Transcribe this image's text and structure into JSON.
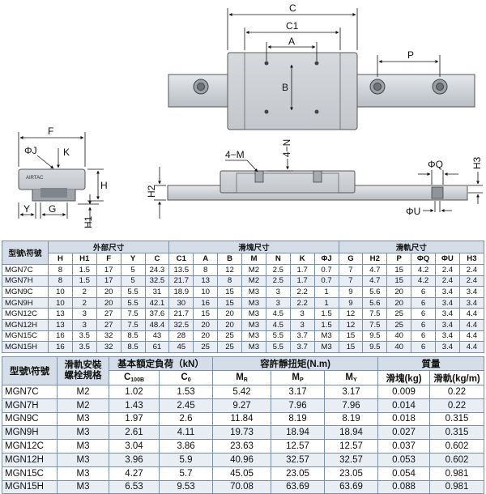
{
  "drawing": {
    "top_view_labels": {
      "c": "C",
      "c1": "C1",
      "a": "A",
      "b": "B",
      "p": "P"
    },
    "end_view_labels": {
      "f": "F",
      "phi_j": "ΦJ",
      "k": "K",
      "h": "H",
      "h1": "H1",
      "y": "Y",
      "g": "G"
    },
    "side_view_labels": {
      "four_m": "4−M",
      "four_n": "4−N",
      "h2": "H2",
      "phi_q": "ΦQ",
      "h3": "H3",
      "phi_u": "ΦU"
    },
    "logo_text": "AIRTAC"
  },
  "table1": {
    "model_header": "型號\\符號",
    "group_headers": [
      "外部尺寸",
      "滑塊尺寸",
      "滑軌尺寸"
    ],
    "columns": [
      "H",
      "H1",
      "F",
      "Y",
      "C",
      "C1",
      "A",
      "B",
      "M",
      "N",
      "K",
      "ΦJ",
      "G",
      "H2",
      "P",
      "ΦQ",
      "ΦU",
      "H3"
    ],
    "rows": [
      [
        "MGN7C",
        "8",
        "1.5",
        "17",
        "5",
        "24.3",
        "13.5",
        "8",
        "12",
        "M2",
        "2.5",
        "1.7",
        "0.7",
        "7",
        "4.7",
        "15",
        "4.2",
        "2.4",
        "2.4"
      ],
      [
        "MGN7H",
        "8",
        "1.5",
        "17",
        "5",
        "32.5",
        "21.7",
        "13",
        "8",
        "M2",
        "2.5",
        "1.7",
        "0.7",
        "7",
        "4.7",
        "15",
        "4.2",
        "2.4",
        "2.4"
      ],
      [
        "MGN9C",
        "10",
        "2",
        "20",
        "5.5",
        "31",
        "18.9",
        "10",
        "15",
        "M3",
        "3",
        "2.2",
        "1",
        "9",
        "5.6",
        "20",
        "6",
        "3.4",
        "3.4"
      ],
      [
        "MGN9H",
        "10",
        "2",
        "20",
        "5.5",
        "42.1",
        "30",
        "16",
        "15",
        "M3",
        "3",
        "2.2",
        "1",
        "9",
        "5.6",
        "20",
        "6",
        "3.4",
        "3.4"
      ],
      [
        "MGN12C",
        "13",
        "3",
        "27",
        "7.5",
        "37.6",
        "21.7",
        "15",
        "20",
        "M3",
        "4.5",
        "3",
        "1.5",
        "12",
        "7.5",
        "25",
        "6",
        "3.4",
        "4.4"
      ],
      [
        "MGN12H",
        "13",
        "3",
        "27",
        "7.5",
        "48.4",
        "32.5",
        "20",
        "20",
        "M3",
        "4.5",
        "3",
        "1.5",
        "12",
        "7.5",
        "25",
        "6",
        "3.4",
        "4.4"
      ],
      [
        "MGN15C",
        "16",
        "3.5",
        "32",
        "8.5",
        "43",
        "28",
        "20",
        "25",
        "M3",
        "5.5",
        "3.7",
        "M3",
        "15",
        "9.5",
        "40",
        "6",
        "3.4",
        "4.4"
      ],
      [
        "MGN15H",
        "16",
        "3.5",
        "32",
        "8.5",
        "61",
        "45",
        "25",
        "25",
        "M3",
        "5.5",
        "3.7",
        "M3",
        "15",
        "9.5",
        "40",
        "6",
        "3.4",
        "4.4"
      ]
    ]
  },
  "table2": {
    "model_header": "型號\\符號",
    "bolt_header_line1": "滑軌安裝",
    "bolt_header_line2": "螺栓規格",
    "group_headers": [
      "基本額定負荷（kN）",
      "容許靜扭矩(N.m)",
      "質量"
    ],
    "load_cols": [
      {
        "main": "C",
        "sub": "100B"
      },
      {
        "main": "C",
        "sub": "0"
      }
    ],
    "torque_cols": [
      {
        "main": "M",
        "sub": "R"
      },
      {
        "main": "M",
        "sub": "P"
      },
      {
        "main": "M",
        "sub": "Y"
      }
    ],
    "mass_cols": [
      "滑塊(kg)",
      "滑軌(kg/m)"
    ],
    "rows": [
      [
        "MGN7C",
        "M2",
        "1.02",
        "1.53",
        "5.42",
        "3.17",
        "3.17",
        "0.009",
        "0.22"
      ],
      [
        "MGN7H",
        "M2",
        "1.43",
        "2.45",
        "9.27",
        "7.96",
        "7.96",
        "0.014",
        "0.22"
      ],
      [
        "MGN9C",
        "M3",
        "1.97",
        "2.6",
        "11.84",
        "8.19",
        "8.19",
        "0.018",
        "0.315"
      ],
      [
        "MGN9H",
        "M3",
        "2.61",
        "4.11",
        "19.73",
        "18.94",
        "18.94",
        "0.027",
        "0.315"
      ],
      [
        "MGN12C",
        "M3",
        "3.04",
        "3.86",
        "23.63",
        "12.57",
        "12.57",
        "0.037",
        "0.602"
      ],
      [
        "MGN12H",
        "M3",
        "3.96",
        "5.9",
        "40.96",
        "32.57",
        "32.57",
        "0.053",
        "0.602"
      ],
      [
        "MGN15C",
        "M3",
        "4.27",
        "5.7",
        "45.05",
        "23.05",
        "23.05",
        "0.054",
        "0.981"
      ],
      [
        "MGN15H",
        "M3",
        "6.53",
        "9.53",
        "70.08",
        "63.69",
        "63.69",
        "0.088",
        "0.981"
      ]
    ]
  }
}
